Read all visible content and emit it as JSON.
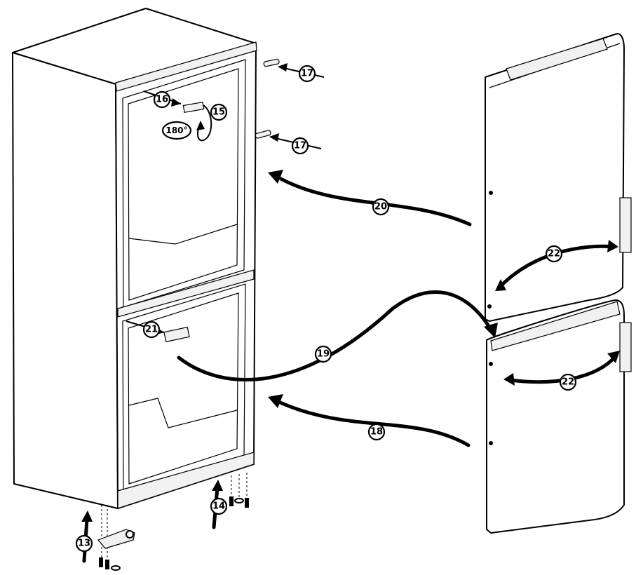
{
  "colors": {
    "line": "#000000",
    "background": "#ffffff",
    "label_fill": "#ffffff"
  },
  "labels": {
    "l13": "13",
    "l14": "14",
    "l15": "15",
    "l16": "16",
    "l17a": "17",
    "l17b": "17",
    "l18": "18",
    "l19": "19",
    "l20": "20",
    "l21": "21",
    "l22a": "22",
    "l22b": "22",
    "rotation": "180°"
  }
}
